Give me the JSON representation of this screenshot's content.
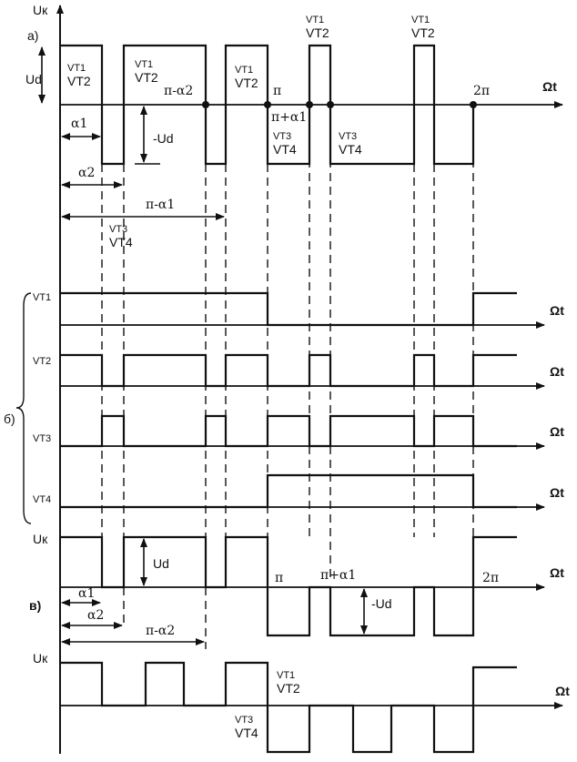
{
  "labels": {
    "uk": "Uк",
    "ud": "Ud",
    "neg_ud": "-Ud",
    "omega_t": "Ωt",
    "pi": "π",
    "two_pi": "2π",
    "pi_minus_a1": "π-α1",
    "pi_minus_a2": "π-α2",
    "pi_plus_a1": "π+α1",
    "a1": "α1",
    "a2": "α2",
    "vt1": "VT1",
    "vt2": "VT2",
    "vt3": "VT3",
    "vt4": "VT4"
  },
  "sections": {
    "a": "а)",
    "b": "б)",
    "v": "в)"
  }
}
